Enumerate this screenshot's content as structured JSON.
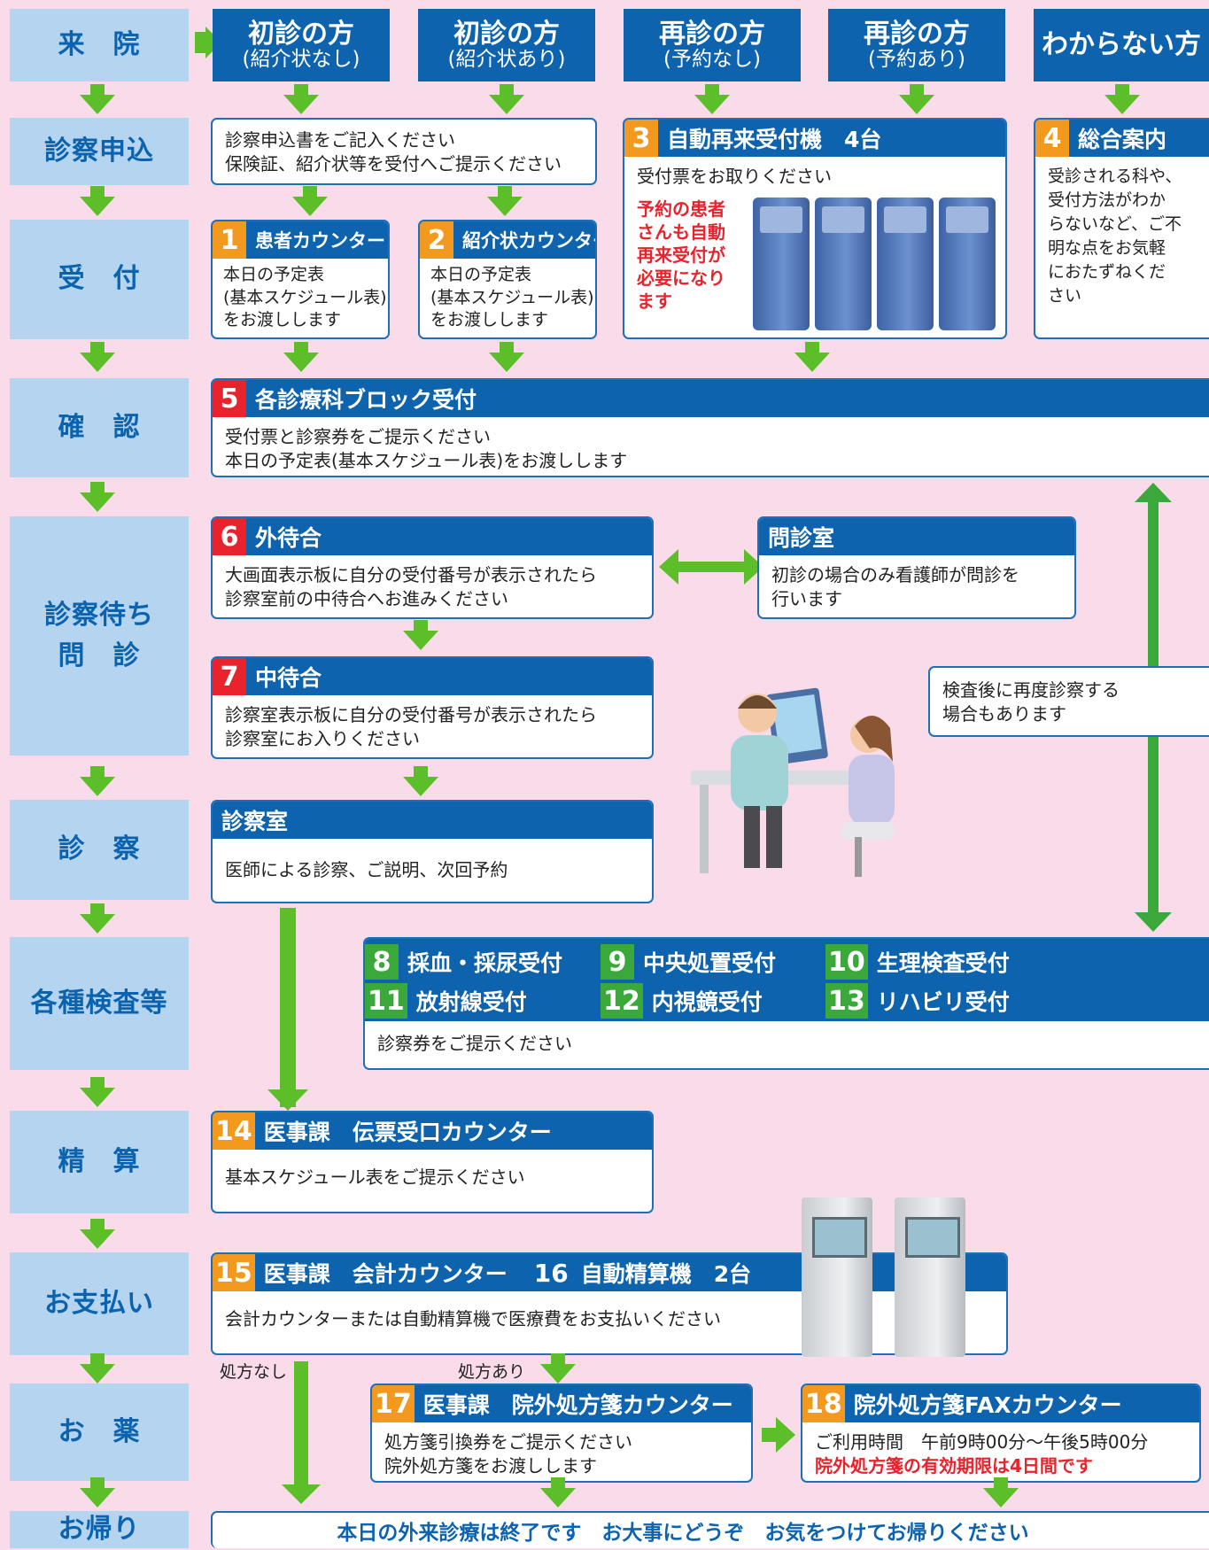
{
  "steps": [
    "来　院",
    "診察申込",
    "受　付",
    "確　認",
    "診察待ち\n問　診",
    "診　察",
    "各種検査等",
    "精　算",
    "お支払い",
    "お　薬",
    "お帰り"
  ],
  "headers": [
    {
      "line1": "初診の方",
      "line2": "(紹介状なし)"
    },
    {
      "line1": "初診の方",
      "line2": "(紹介状あり)"
    },
    {
      "line1": "再診の方",
      "line2": "(予約なし)"
    },
    {
      "line1": "再診の方",
      "line2": "(予約あり)"
    },
    {
      "line1": "わからない方",
      "line2": ""
    }
  ],
  "application": {
    "text": "診察申込書をご記入ください\n保険証、紹介状等を受付へご提示ください"
  },
  "kiosk_box": {
    "num": "3",
    "title": "自動再来受付機　4台",
    "text": "受付票をお取りください",
    "note": "予約の患者\nさんも自動\n再来受付が\n必要になり\nます"
  },
  "info_box": {
    "num": "4",
    "title": "総合案内",
    "text": "受診される科や、\n受付方法がわか\nらないなど、ご不\n明な点をお気軽\nにおたずねくだ\nさい"
  },
  "counter1": {
    "num": "1",
    "title": "患者カウンター",
    "text": "本日の予定表\n(基本スケジュール表)\nをお渡しします"
  },
  "counter2": {
    "num": "2",
    "title": "紹介状カウンター",
    "text": "本日の予定表\n(基本スケジュール表)\nをお渡しします"
  },
  "block": {
    "num": "5",
    "title": "各診療科ブロック受付",
    "text": "受付票と診察券をご提示ください\n本日の予定表(基本スケジュール表)をお渡しします"
  },
  "outer_wait": {
    "num": "6",
    "title": "外待合",
    "text": "大画面表示板に自分の受付番号が表示されたら\n診察室前の中待合へお進みください"
  },
  "interview": {
    "title": "問診室",
    "text": "初診の場合のみ看護師が問診を\n行います"
  },
  "inner_wait": {
    "num": "7",
    "title": "中待合",
    "text": "診察室表示板に自分の受付番号が表示されたら\n診察室にお入りください"
  },
  "recheck": {
    "text": "検査後に再度診察する\n場合もあります"
  },
  "exam_room": {
    "title": "診察室",
    "text": "医師による診察、ご説明、次回予約"
  },
  "tests": {
    "items": [
      {
        "num": "8",
        "label": "採血・採尿受付"
      },
      {
        "num": "9",
        "label": "中央処置受付"
      },
      {
        "num": "10",
        "label": "生理検査受付"
      },
      {
        "num": "11",
        "label": "放射線受付"
      },
      {
        "num": "12",
        "label": "内視鏡受付"
      },
      {
        "num": "13",
        "label": "リハビリ受付"
      }
    ],
    "text": "診察券をご提示ください"
  },
  "settle": {
    "num": "14",
    "title": "医事課　伝票受口カウンター",
    "text": "基本スケジュール表をご提示ください"
  },
  "payment": {
    "num": "15",
    "title": "医事課　会計カウンター",
    "num2": "16",
    "title2": "自動精算機　2台",
    "text": "会計カウンターまたは自動精算機で医療費をお支払いください"
  },
  "rx_none": "処方なし",
  "rx_yes": "処方あり",
  "rx_counter": {
    "num": "17",
    "title": "医事課　院外処方箋カウンター",
    "text": "処方箋引換券をご提示ください\n院外処方箋をお渡しします"
  },
  "fax_counter": {
    "num": "18",
    "title": "院外処方箋FAXカウンター",
    "text": "ご利用時間　午前9時00分～午後5時00分",
    "note": "院外処方箋の有効期限は4日間です"
  },
  "goodbye": "本日の外来診療は終了です　お大事にどうぞ　お気をつけてお帰りください",
  "colors": {
    "blue": "#0d63ae",
    "light_blue": "#b4d4ef",
    "pink": "#fadbe9",
    "green": "#5cbf2a",
    "orange": "#f39a1e",
    "red": "#e8232c"
  }
}
